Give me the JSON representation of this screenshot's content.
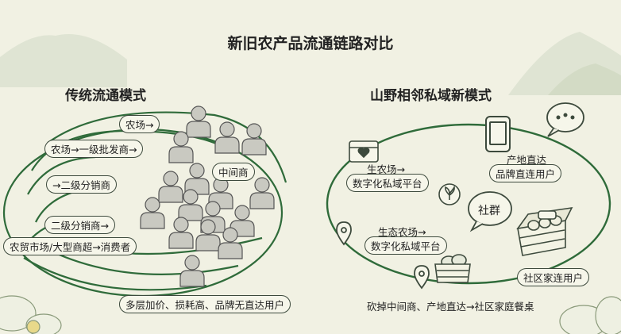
{
  "title": "新旧农产品流通链路对比",
  "left": {
    "heading": "传统流通模式",
    "labels": {
      "farm": "农场→",
      "wholesale": "农场→一级批发商→",
      "dist2a": "→二级分销商",
      "middleman": "中间商",
      "dist2b": "二级分销商→",
      "market": "农贸市场/大型商超→消费者"
    },
    "caption": "多层加价、损耗高、品牌无直达用户"
  },
  "right": {
    "heading": "山野相邻私域新模式",
    "labels": {
      "eco1_l1": "生农场→",
      "eco1_l2": "数字化私域平台",
      "direct_l1": "产地直达",
      "direct_l2": "品牌直连用户",
      "community": "社群",
      "eco2_l1": "生态农场→",
      "eco2_l2": "数字化私域平台",
      "household": "社区家连用户"
    },
    "caption": "砍掉中间商、产地直达→社区家庭餐桌"
  },
  "colors": {
    "background": "#f1f1e3",
    "ink": "#3d4a3d",
    "green": "#2f6b3a",
    "person": "#c9c9c1"
  }
}
